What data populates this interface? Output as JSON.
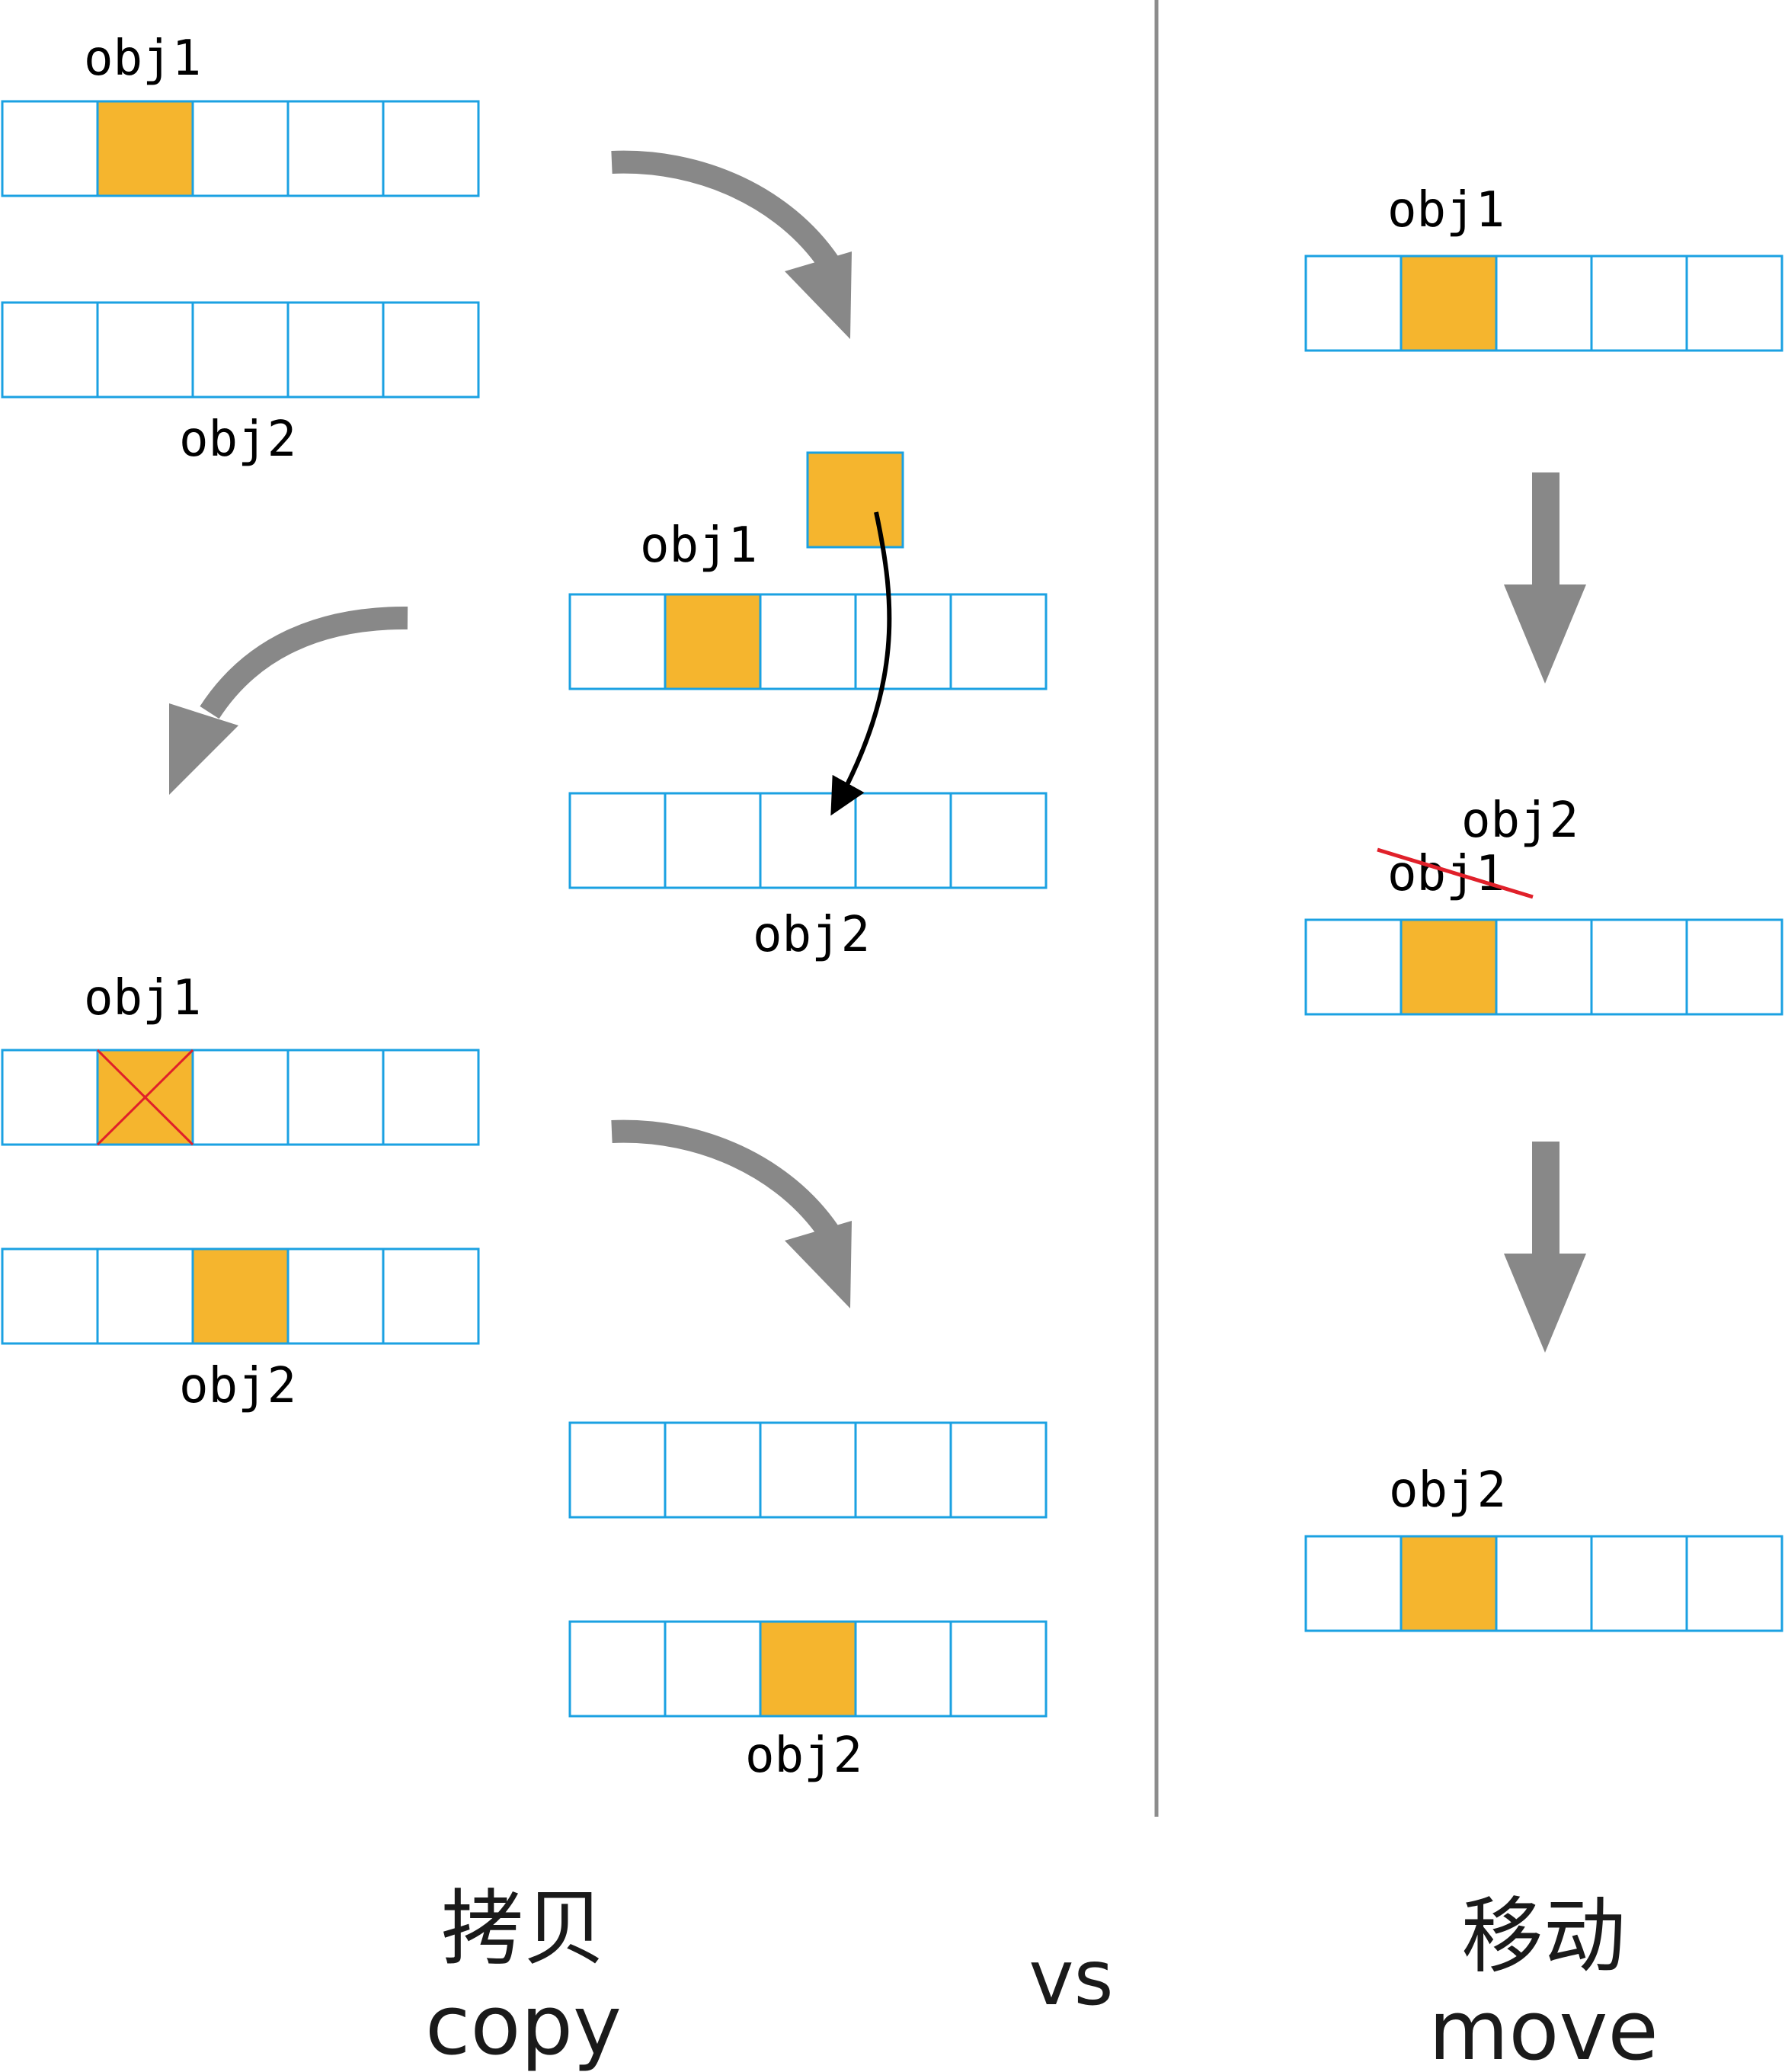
{
  "labels": {
    "obj1": "obj1",
    "obj2": "obj2"
  },
  "captions": {
    "copy_cn": "拷贝",
    "copy_en": "copy",
    "vs": "vs",
    "move_cn": "移动",
    "move_en": "move"
  },
  "colors": {
    "cell_border": "#1BA1E2",
    "filled_cell": "#F5B52E",
    "flow_arrow": "#888888",
    "divider": "#8c8c8c",
    "strike": "#E0202A",
    "data_arrow": "#000000"
  }
}
